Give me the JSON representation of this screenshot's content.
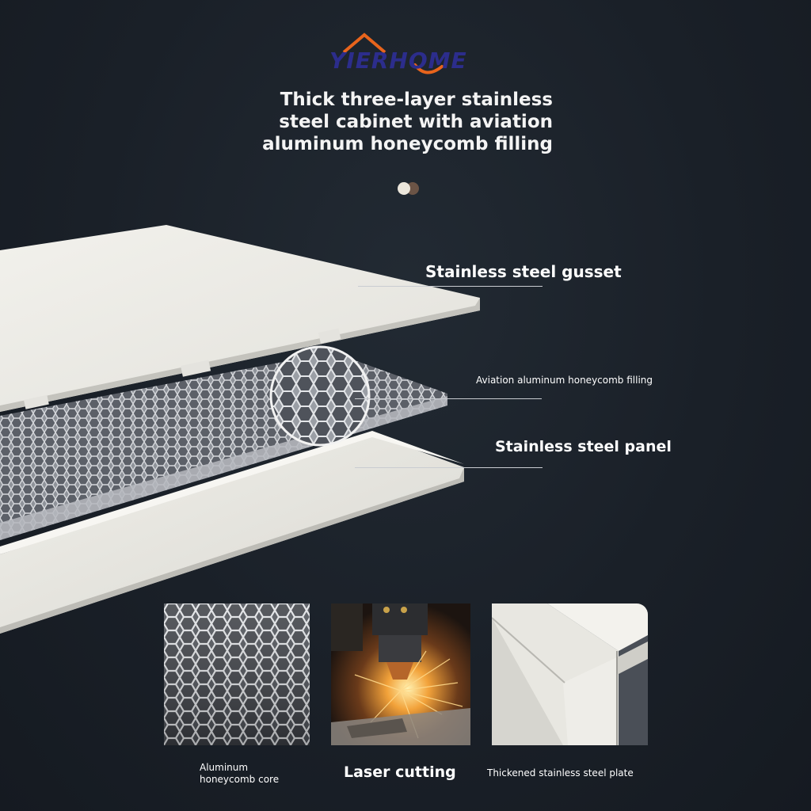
{
  "brand": {
    "logo_text": "YIERHOME"
  },
  "headline": {
    "lines": [
      "Thick three-layer stainless",
      "steel cabinet with aviation",
      "aluminum honeycomb filling"
    ]
  },
  "carousel": {
    "dot_count": 2,
    "active_index": 0
  },
  "callouts": {
    "gusset": "Stainless steel gusset",
    "honeycomb": "Aviation aluminum honeycomb filling",
    "panel": "Stainless steel panel"
  },
  "features": [
    {
      "caption_lines": [
        "Aluminum",
        "honeycomb core"
      ],
      "icon": "honeycomb-core-photo"
    },
    {
      "caption": "Laser cutting",
      "icon": "laser-cutting-photo"
    },
    {
      "caption": "Thickened stainless steel plate",
      "icon": "steel-plate-photo"
    }
  ],
  "colors": {
    "background": "#1a2028",
    "logo_blue": "#2c2d8c",
    "logo_orange": "#e8641c",
    "panel_white": "#efeee9"
  }
}
